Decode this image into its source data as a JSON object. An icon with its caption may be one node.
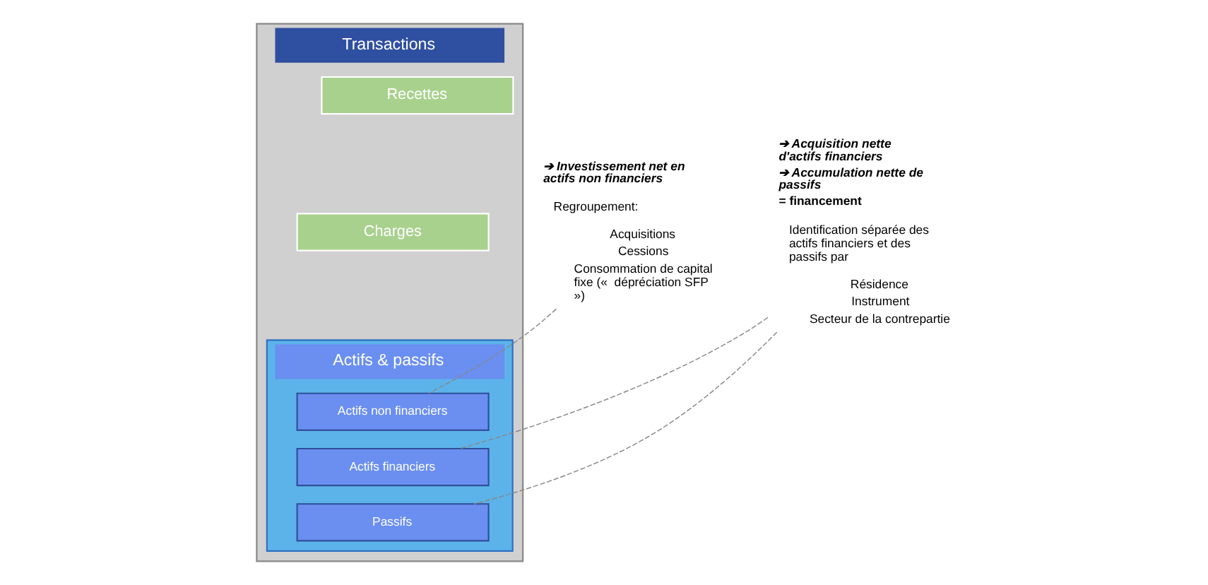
{
  "diagram": {
    "nodes": [
      {
        "text": [
          "Transactions"
        ]
      },
      {
        "text": [
          "Recettes"
        ],
        "in": 0
      },
      {
        "text": [
          "Charges"
        ],
        "in": 0
      },
      {
        "text": [
          "Actifs & passifs"
        ],
        "in": 0
      },
      {
        "text": [
          "Actifs non financiers"
        ],
        "in": 3
      },
      {
        "text": [
          "Actifs financiers"
        ],
        "in": 3
      },
      {
        "text": [
          "Passifs"
        ],
        "in": 3
      },
      {
        "text": [
          "➔ Investissement net en actifs non financiers",
          "Regroupement:",
          "Acquisitions",
          "Cessions",
          "Consommation de capital fixe («  dépréciation SFP »)"
        ]
      },
      {
        "text": [
          "➔ Acquisition nette d'actifs financiers",
          "➔ Accumulation nette de passifs",
          "= financement",
          "Identification séparée des actifs financiers et des passifs par",
          "Résidence",
          "Instrument",
          "Secteur de la contrepartie"
        ]
      }
    ],
    "edges": [
      {
        "from": 7,
        "to": 4,
        "arrow": "none",
        "style": "dashed"
      },
      {
        "from": 8,
        "to": 5,
        "arrow": "none",
        "style": "dashed"
      },
      {
        "from": 8,
        "to": 6,
        "arrow": "none",
        "style": "dashed"
      }
    ]
  }
}
